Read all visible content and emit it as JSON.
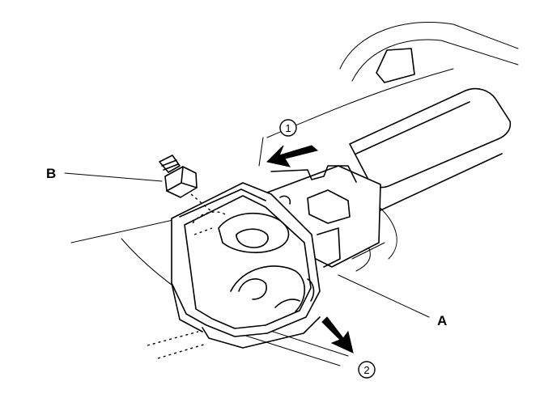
{
  "labels": {
    "part_a": "A",
    "part_b": "B",
    "step_1": "1",
    "step_2": "2"
  }
}
